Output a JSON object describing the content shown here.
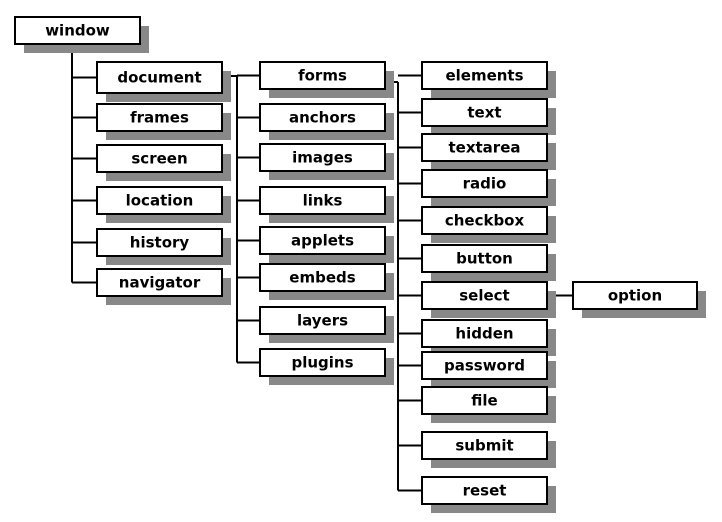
{
  "diagram": {
    "colors": {
      "line": "#000000",
      "box_fill": "#ffffff",
      "shadow": "#888888"
    },
    "root": "window",
    "nodes": [
      {
        "id": "window",
        "label": "window"
      },
      {
        "id": "document",
        "label": "document"
      },
      {
        "id": "frames",
        "label": "frames"
      },
      {
        "id": "screen",
        "label": "screen"
      },
      {
        "id": "location",
        "label": "location"
      },
      {
        "id": "history",
        "label": "history"
      },
      {
        "id": "navigator",
        "label": "navigator"
      },
      {
        "id": "forms",
        "label": "forms"
      },
      {
        "id": "anchors",
        "label": "anchors"
      },
      {
        "id": "images",
        "label": "images"
      },
      {
        "id": "links",
        "label": "links"
      },
      {
        "id": "applets",
        "label": "applets"
      },
      {
        "id": "embeds",
        "label": "embeds"
      },
      {
        "id": "layers",
        "label": "layers"
      },
      {
        "id": "plugins",
        "label": "plugins"
      },
      {
        "id": "elements",
        "label": "elements"
      },
      {
        "id": "text",
        "label": "text"
      },
      {
        "id": "textarea",
        "label": "textarea"
      },
      {
        "id": "radio",
        "label": "radio"
      },
      {
        "id": "checkbox",
        "label": "checkbox"
      },
      {
        "id": "button",
        "label": "button"
      },
      {
        "id": "select",
        "label": "select"
      },
      {
        "id": "hidden",
        "label": "hidden"
      },
      {
        "id": "password",
        "label": "password"
      },
      {
        "id": "file",
        "label": "file"
      },
      {
        "id": "submit",
        "label": "submit"
      },
      {
        "id": "reset",
        "label": "reset"
      },
      {
        "id": "option",
        "label": "option"
      }
    ],
    "edges": [
      {
        "from": "window",
        "to": [
          "document",
          "frames",
          "screen",
          "location",
          "history",
          "navigator"
        ]
      },
      {
        "from": "document",
        "to": [
          "forms",
          "anchors",
          "images",
          "links",
          "applets",
          "embeds",
          "layers",
          "plugins"
        ]
      },
      {
        "from": "forms",
        "to": [
          "elements",
          "text",
          "textarea",
          "radio",
          "checkbox",
          "button",
          "select",
          "hidden",
          "password",
          "file",
          "submit",
          "reset"
        ]
      },
      {
        "from": "select",
        "to": [
          "option"
        ]
      }
    ]
  }
}
